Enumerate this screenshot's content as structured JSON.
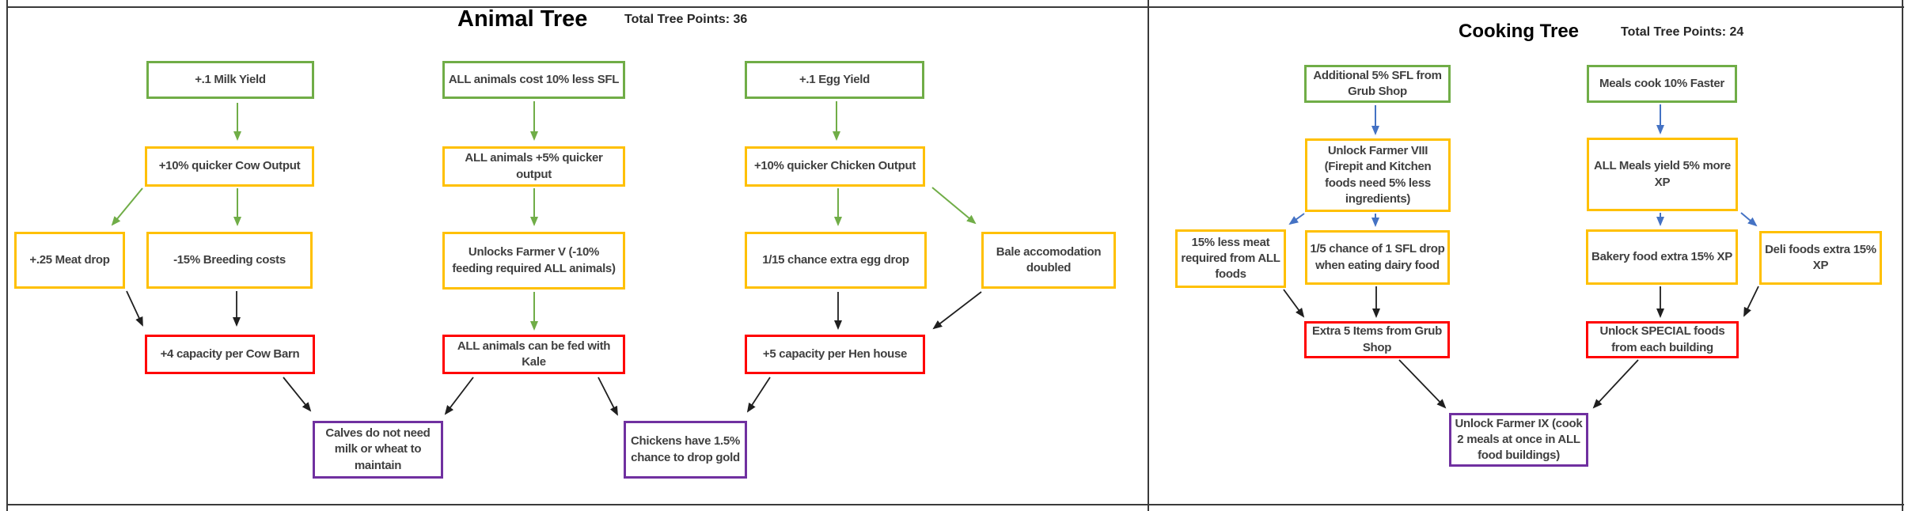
{
  "animal_tree": {
    "title": "Animal Tree",
    "points_label": "Total Tree Points: 36",
    "nodes": {
      "milk_yield": "+.1 Milk Yield",
      "cow_output": "+10% quicker Cow Output",
      "meat_drop": "+.25 Meat drop",
      "breeding_costs": "-15% Breeding costs",
      "cow_barn": "+4 capacity per Cow Barn",
      "calves": "Calves do not need milk or wheat to maintain",
      "animals_cost": "ALL animals cost 10% less SFL",
      "animals_quicker": "ALL animals +5% quicker output",
      "farmer_v": "Unlocks Farmer V (-10% feeding required ALL animals)",
      "kale": "ALL animals can be fed with Kale",
      "chickens_gold": "Chickens have 1.5% chance to drop gold",
      "egg_yield": "+.1 Egg Yield",
      "chicken_output": "+10% quicker Chicken Output",
      "egg_drop": "1/15 chance extra egg drop",
      "bale": "Bale accomodation doubled",
      "hen_house": "+5 capacity per Hen house"
    },
    "edges": [
      {
        "from": "milk_yield",
        "to": "cow_output",
        "color": "green"
      },
      {
        "from": "cow_output",
        "to": "meat_drop",
        "color": "green"
      },
      {
        "from": "cow_output",
        "to": "breeding_costs",
        "color": "green"
      },
      {
        "from": "meat_drop",
        "to": "cow_barn",
        "color": "black"
      },
      {
        "from": "breeding_costs",
        "to": "cow_barn",
        "color": "black"
      },
      {
        "from": "cow_barn",
        "to": "calves",
        "color": "black"
      },
      {
        "from": "animals_cost",
        "to": "animals_quicker",
        "color": "green"
      },
      {
        "from": "animals_quicker",
        "to": "farmer_v",
        "color": "green"
      },
      {
        "from": "farmer_v",
        "to": "kale",
        "color": "green"
      },
      {
        "from": "kale",
        "to": "calves",
        "color": "black"
      },
      {
        "from": "kale",
        "to": "chickens_gold",
        "color": "black"
      },
      {
        "from": "egg_yield",
        "to": "chicken_output",
        "color": "green"
      },
      {
        "from": "chicken_output",
        "to": "egg_drop",
        "color": "green"
      },
      {
        "from": "chicken_output",
        "to": "bale",
        "color": "green"
      },
      {
        "from": "egg_drop",
        "to": "hen_house",
        "color": "black"
      },
      {
        "from": "bale",
        "to": "hen_house",
        "color": "black"
      },
      {
        "from": "hen_house",
        "to": "chickens_gold",
        "color": "black"
      }
    ]
  },
  "cooking_tree": {
    "title": "Cooking Tree",
    "points_label": "Total Tree Points:  24",
    "nodes": {
      "grub_sfl": "Additional 5% SFL from Grub Shop",
      "farmer_viii": "Unlock Farmer VIII (Firepit and Kitchen foods need 5% less ingredients)",
      "meat_less": "15% less meat required from ALL foods",
      "dairy_drop": "1/5 chance of 1 SFL drop when eating dairy food",
      "extra_items": "Extra 5 Items from Grub Shop",
      "meals_faster": "Meals cook 10% Faster",
      "meals_xp": "ALL Meals yield 5% more XP",
      "bakery_xp": "Bakery food extra 15% XP",
      "deli_xp": "Deli foods extra 15% XP",
      "special_foods": "Unlock SPECIAL foods from each building",
      "farmer_ix": "Unlock Farmer IX (cook 2 meals at once in ALL food buildings)"
    },
    "edges": [
      {
        "from": "grub_sfl",
        "to": "farmer_viii",
        "color": "blue"
      },
      {
        "from": "farmer_viii",
        "to": "meat_less",
        "color": "blue"
      },
      {
        "from": "farmer_viii",
        "to": "dairy_drop",
        "color": "blue"
      },
      {
        "from": "meat_less",
        "to": "extra_items",
        "color": "black"
      },
      {
        "from": "dairy_drop",
        "to": "extra_items",
        "color": "black"
      },
      {
        "from": "extra_items",
        "to": "farmer_ix",
        "color": "black"
      },
      {
        "from": "meals_faster",
        "to": "meals_xp",
        "color": "blue"
      },
      {
        "from": "meals_xp",
        "to": "bakery_xp",
        "color": "blue"
      },
      {
        "from": "meals_xp",
        "to": "deli_xp",
        "color": "blue"
      },
      {
        "from": "bakery_xp",
        "to": "special_foods",
        "color": "black"
      },
      {
        "from": "deli_xp",
        "to": "special_foods",
        "color": "black"
      },
      {
        "from": "special_foods",
        "to": "farmer_ix",
        "color": "black"
      }
    ]
  },
  "colors": {
    "tier_start_border": "#70AD47",
    "tier_mid_border": "#FFC000",
    "tier_high_border": "#FF0000",
    "tier_ultimate_border": "#7030A0",
    "arrow_green": "#70AD47",
    "arrow_blue": "#4472C4",
    "arrow_black": "#1F1F1F"
  }
}
